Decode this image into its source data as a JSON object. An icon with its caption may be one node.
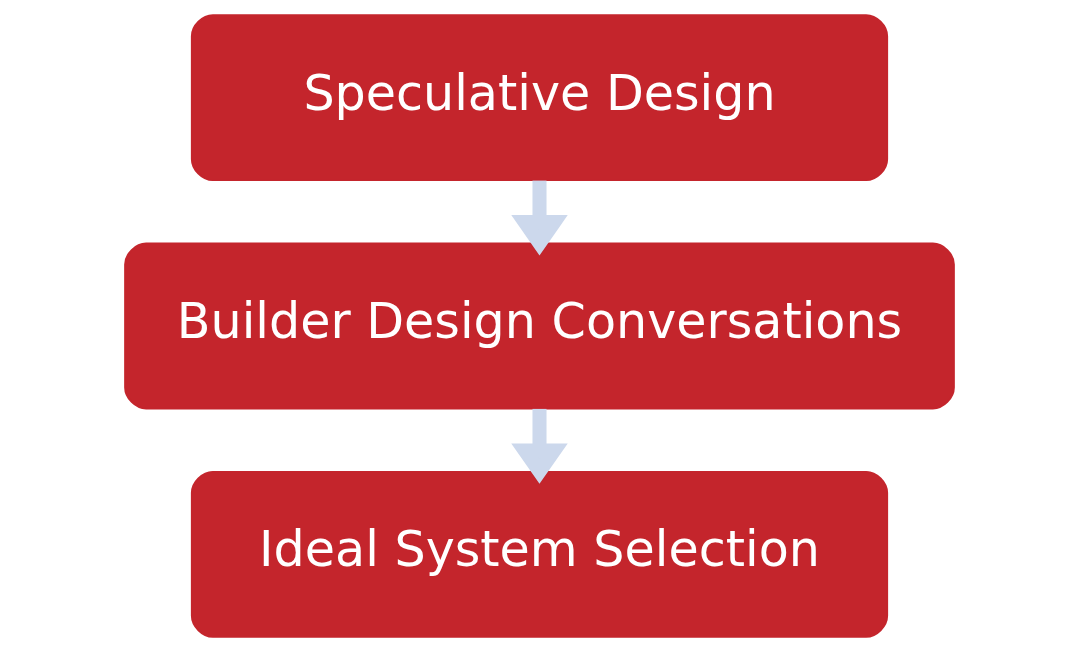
{
  "diagram": {
    "nodes": [
      {
        "text": [
          "Speculative Design"
        ]
      },
      {
        "text": [
          "Builder Design Conversations"
        ]
      },
      {
        "text": [
          "Ideal System Selection"
        ]
      }
    ],
    "edges": [
      {
        "from": 0,
        "to": 1,
        "arrow": "to"
      },
      {
        "from": 1,
        "to": 2,
        "arrow": "to"
      }
    ]
  }
}
